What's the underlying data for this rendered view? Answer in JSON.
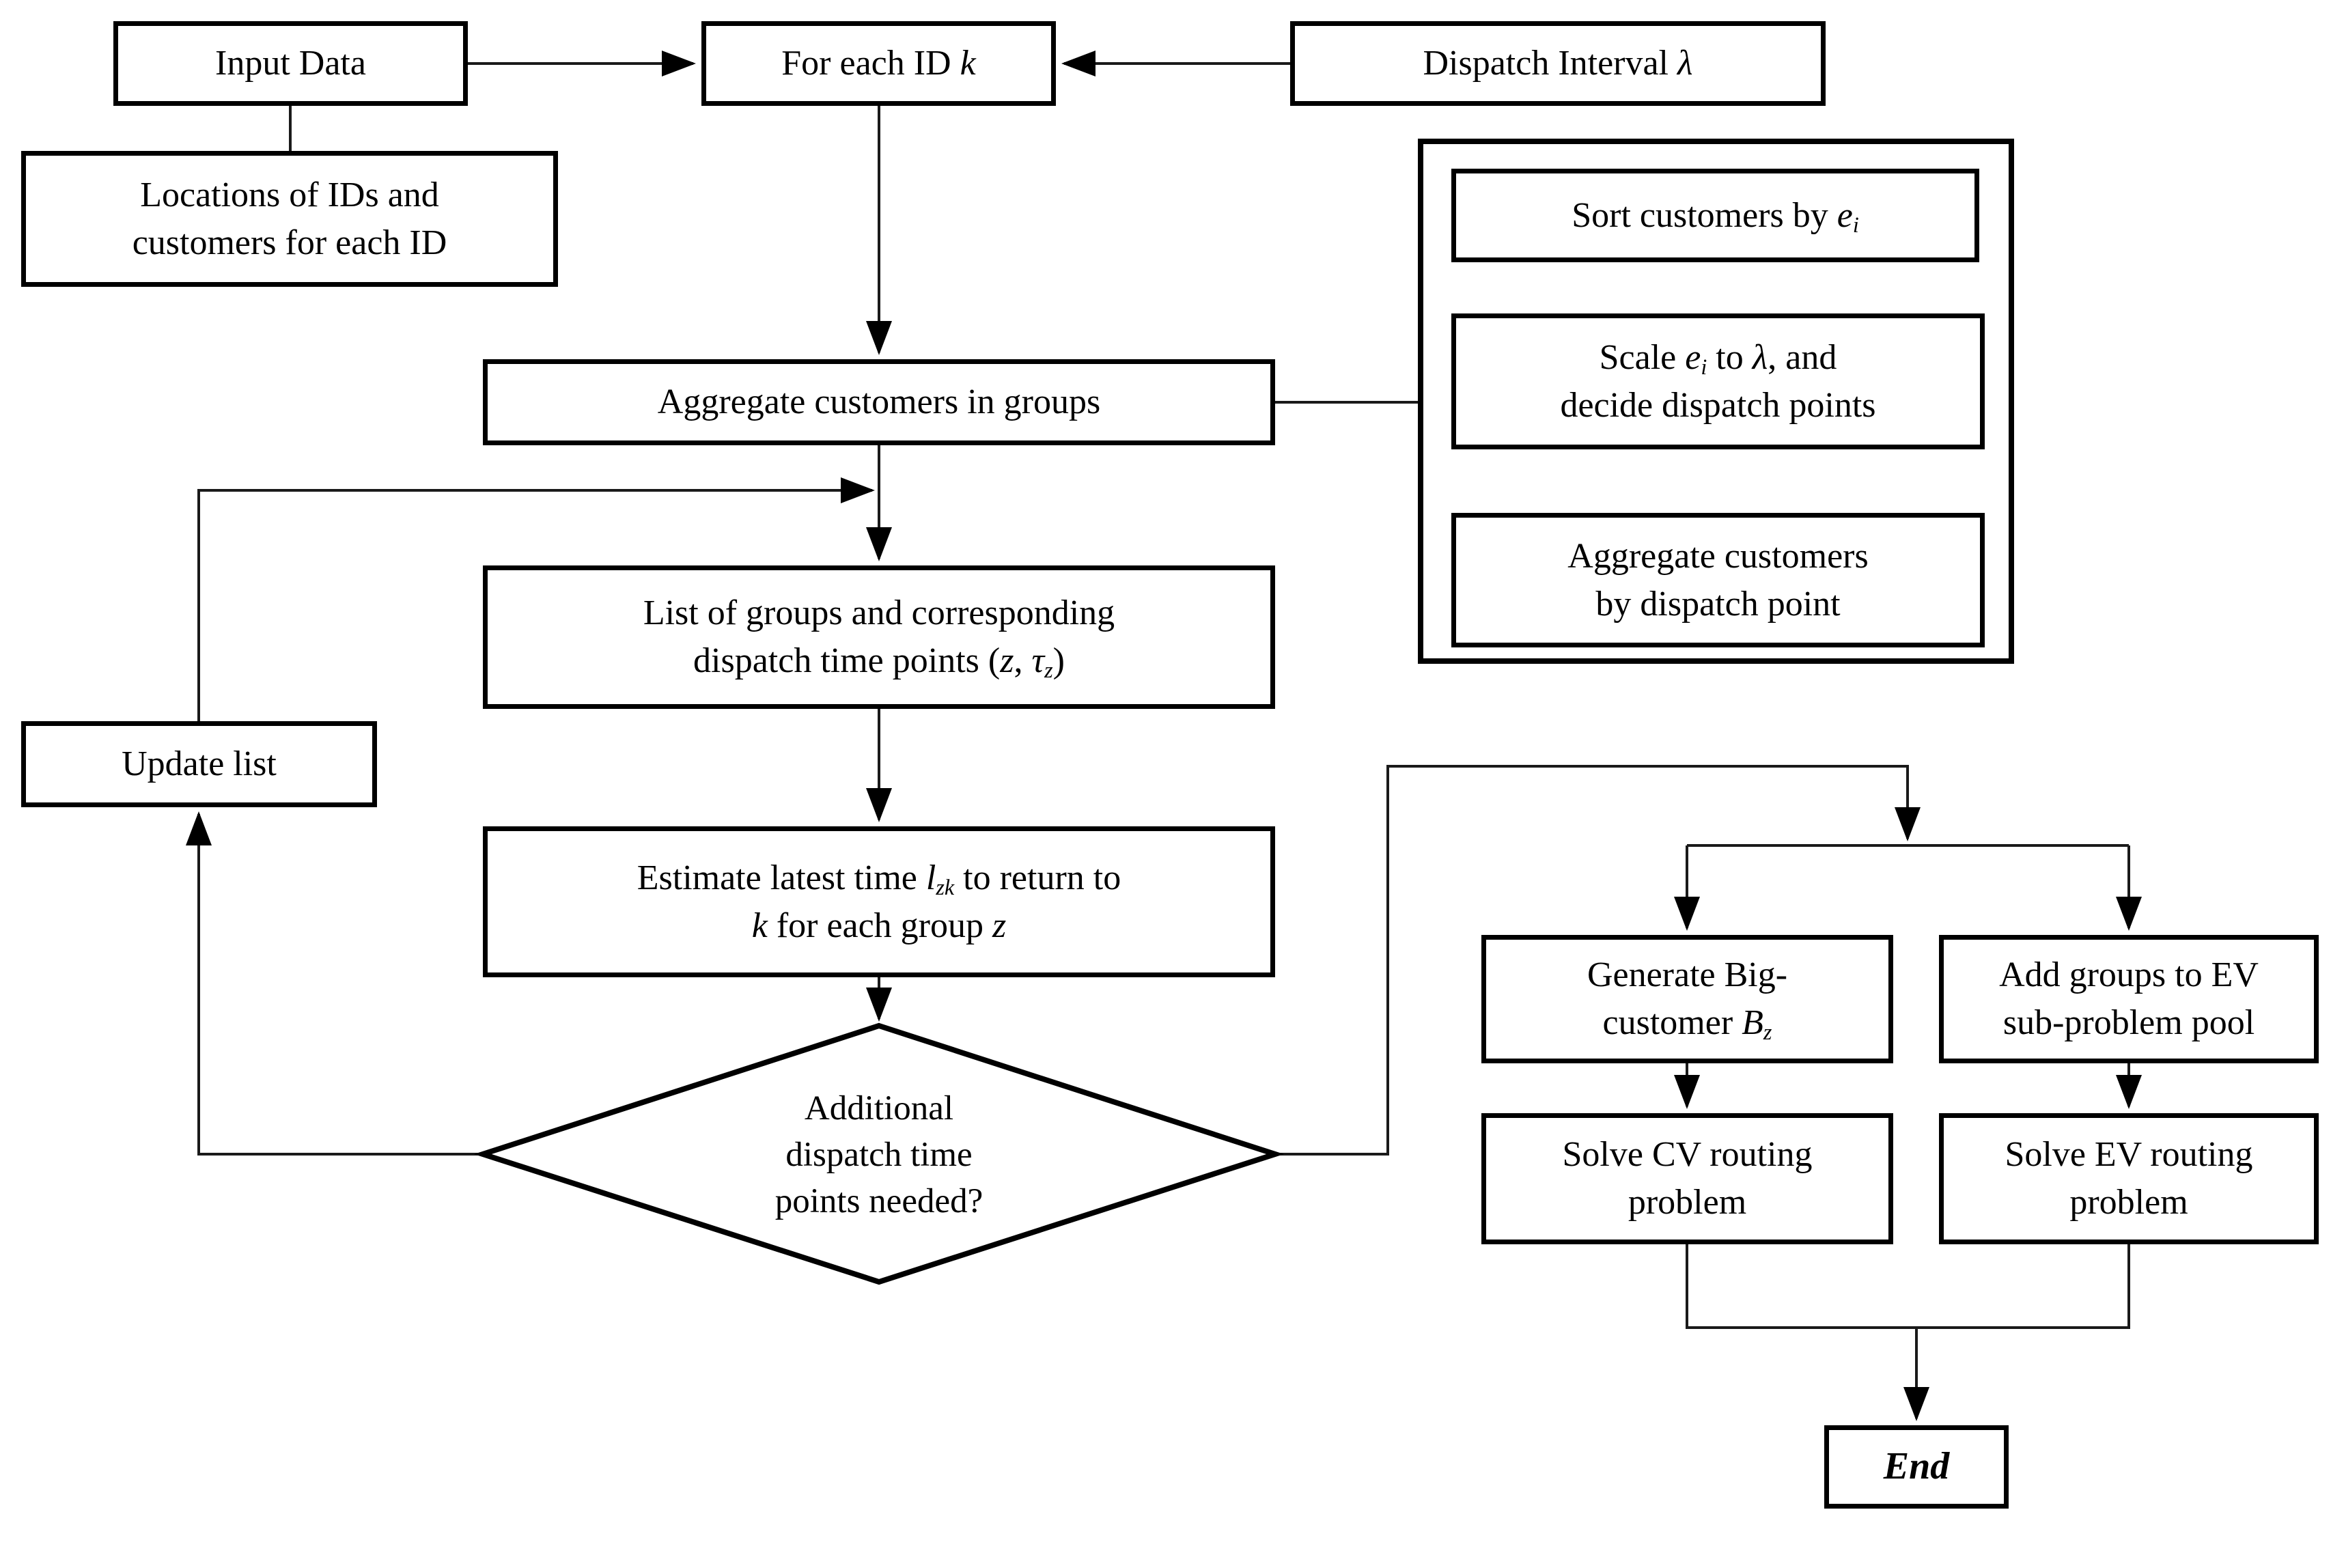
{
  "colors": {
    "background": "#ffffff",
    "line": "#000000",
    "box_border": "#000000",
    "text": "#000000"
  },
  "nodes": {
    "input_data": {
      "label": "Input Data"
    },
    "locations": {
      "line1": "Locations of IDs and",
      "line2": "customers for each ID"
    },
    "for_each_id": {
      "text": "For each ID ",
      "var": "k"
    },
    "dispatch_interval": {
      "text": "Dispatch Interval ",
      "var": "λ"
    },
    "sort_customers": {
      "text": "Sort customers by ",
      "var": "e",
      "sub": "i"
    },
    "scale_ei": {
      "p1": "Scale ",
      "v1": "e",
      "s1": "i",
      "p2": " to ",
      "v2": "λ",
      "p3": ", and",
      "line2": "decide dispatch points"
    },
    "aggregate_by_dispatch": {
      "line1": "Aggregate customers",
      "line2": "by dispatch point"
    },
    "aggregate_groups": {
      "label": "Aggregate customers in groups"
    },
    "list_groups": {
      "line1": "List of groups and corresponding",
      "p1": "dispatch time points (",
      "v1": "z",
      "p2": ", ",
      "v2": "τ",
      "s2": "z",
      "p3": ")"
    },
    "update_list": {
      "label": "Update list"
    },
    "estimate": {
      "p1": "Estimate latest time ",
      "v1": "l",
      "s1": "zk",
      "p2": " to return to",
      "v2": "k",
      "p3": " for each group ",
      "v3": "z"
    },
    "decision": {
      "line1": "Additional",
      "line2": "dispatch time",
      "line3": "points needed?"
    },
    "generate_big": {
      "line1": "Generate Big-",
      "p1": "customer ",
      "v1": "B",
      "s1": "z"
    },
    "add_groups": {
      "line1": "Add groups to EV",
      "line2": "sub-problem pool"
    },
    "solve_cv": {
      "line1": "Solve CV routing",
      "line2": "problem"
    },
    "solve_ev": {
      "line1": "Solve EV routing",
      "line2": "problem"
    },
    "end": {
      "label": "End"
    }
  }
}
